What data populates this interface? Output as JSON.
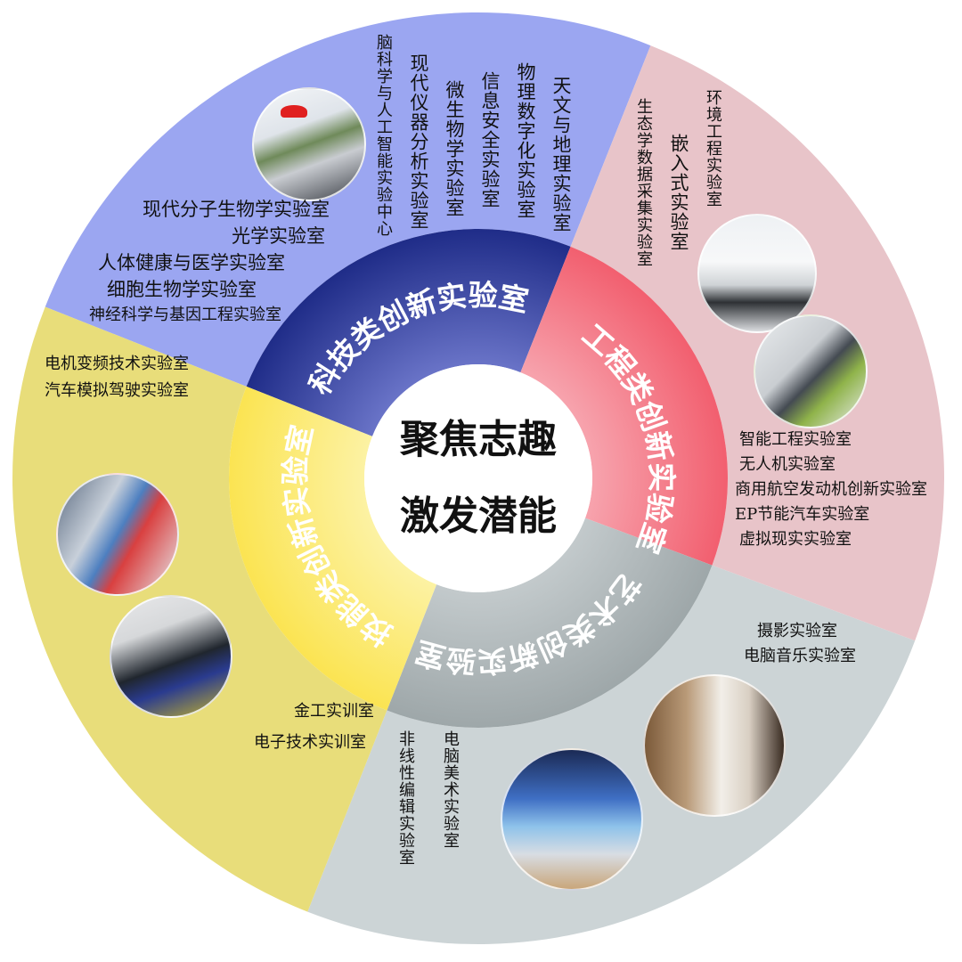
{
  "center": {
    "line1": "聚焦志趣",
    "line2": "激发潜能"
  },
  "categories": [
    {
      "id": "science",
      "label": "科技类创新实验室",
      "outer_color": "#9ba6f1",
      "inner_color": "#1f2c88",
      "labs": [
        "天文与地理实验室",
        "物理数字化实验室",
        "信息安全实验室",
        "微生物学实验室",
        "现代仪器分析实验室",
        "脑科学与人工智能实验中心",
        "现代分子生物学实验室",
        "光学实验室",
        "人体健康与医学实验室",
        "细胞生物学实验室",
        "神经科学与基因工程实验室"
      ]
    },
    {
      "id": "engineering",
      "label": "工程类创新实验室",
      "outer_color": "#e8c4c9",
      "inner_color": "#f25f6f",
      "labs": [
        "生态学数据采集实验室",
        "嵌入式实验室",
        "环境工程实验室",
        "智能工程实验室",
        "无人机实验室",
        "商用航空发动机创新实验室",
        "EP节能汽车实验室",
        "虚拟现实实验室"
      ]
    },
    {
      "id": "art",
      "label": "艺术类创新实验室",
      "outer_color": "#ccd4d6",
      "inner_color": "#a3acae",
      "labs": [
        "摄影实验室",
        "电脑音乐实验室",
        "电脑美术实验室",
        "非线性编辑实验室"
      ]
    },
    {
      "id": "skill",
      "label": "技能类创新实验室",
      "outer_color": "#e8dd7a",
      "inner_color": "#fbe85c",
      "labs": [
        "电机变频技术实验室",
        "汽车模拟驾驶实验室",
        "金工实训室",
        "电子技术实训室"
      ]
    }
  ]
}
